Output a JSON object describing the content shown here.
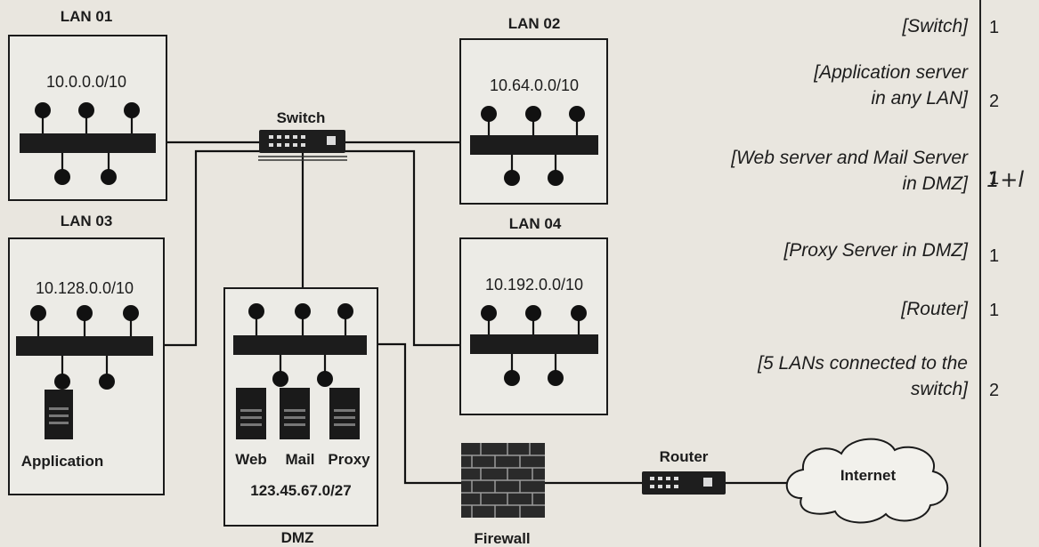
{
  "lans": [
    {
      "name": "LAN 01",
      "subnet": "10.0.0.0/10"
    },
    {
      "name": "LAN 02",
      "subnet": "10.64.0.0/10"
    },
    {
      "name": "LAN 03",
      "subnet": "10.128.0.0/10"
    },
    {
      "name": "LAN 04",
      "subnet": "10.192.0.0/10"
    }
  ],
  "switch_label": "Switch",
  "dmz": {
    "name": "DMZ",
    "subnet": "123.45.67.0/27",
    "servers": [
      "Web",
      "Mail",
      "Proxy"
    ]
  },
  "application_label": "Application",
  "firewall_label": "Firewall",
  "router_label": "Router",
  "internet_label": "Internet",
  "rubric": [
    {
      "lines": [
        "[Switch]"
      ],
      "mark": "1"
    },
    {
      "lines": [
        "[Application server",
        "in any LAN]"
      ],
      "mark": "2"
    },
    {
      "lines": [
        "[Web server and Mail Server",
        "in DMZ]"
      ],
      "mark": "1"
    },
    {
      "lines": [
        "[Proxy Server in DMZ]"
      ],
      "mark": "1"
    },
    {
      "lines": [
        "[Router]"
      ],
      "mark": "1"
    },
    {
      "lines": [
        "[5 LANs connected to the",
        "switch]"
      ],
      "mark": "2"
    }
  ],
  "handwritten_note": "1+l"
}
